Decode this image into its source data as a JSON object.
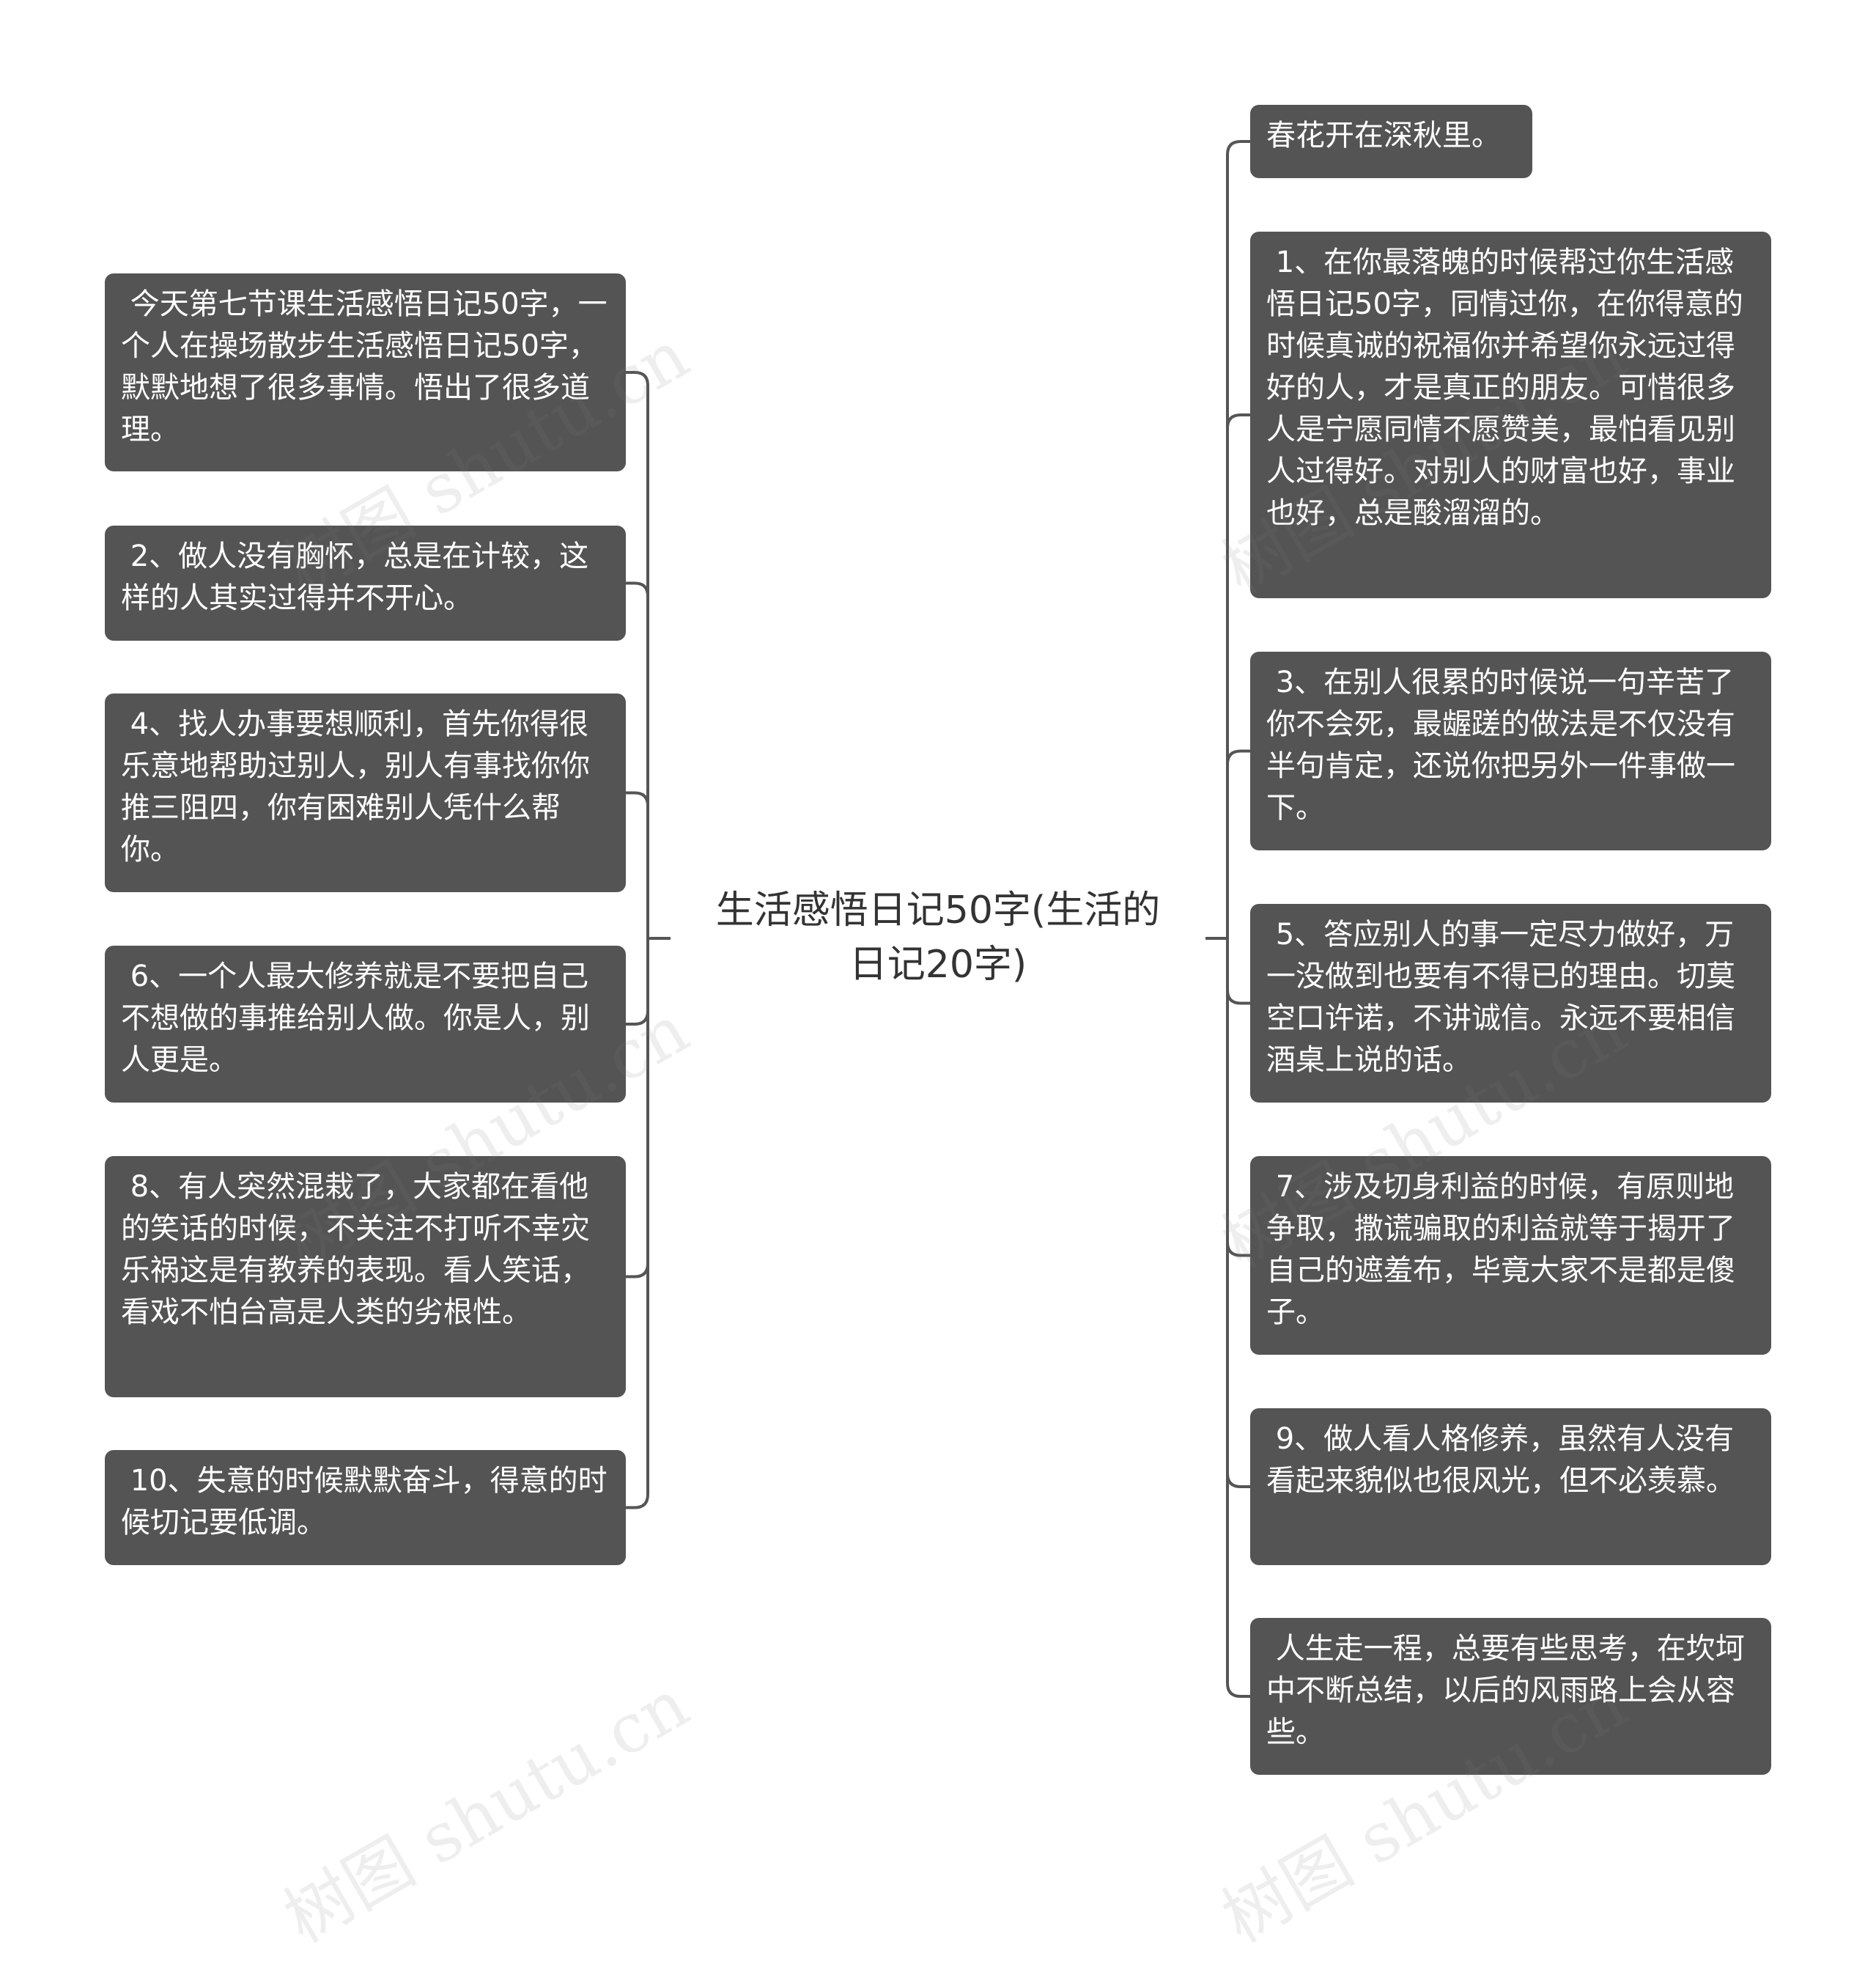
{
  "center": {
    "title": "生活感悟日记50字(生活的\n日记20字)"
  },
  "left_nodes": [
    " 今天第七节课生活感悟日记50字，一个人在操场散步生活感悟日记50字，默默地想了很多事情。悟出了很多道理。",
    " 2、做人没有胸怀，总是在计较，这样的人其实过得并不开心。",
    " 4、找人办事要想顺利，首先你得很乐意地帮助过别人，别人有事找你你推三阻四，你有困难别人凭什么帮你。",
    " 6、一个人最大修养就是不要把自己不想做的事推给别人做。你是人，别人更是。",
    " 8、有人突然混栽了，大家都在看他的笑话的时候，不关注不打听不幸灾乐祸这是有教养的表现。看人笑话，看戏不怕台高是人类的劣根性。",
    " 10、失意的时候默默奋斗，得意的时候切记要低调。"
  ],
  "right_nodes": [
    "春花开在深秋里。",
    " 1、在你最落魄的时候帮过你生活感悟日记50字，同情过你，在你得意的时候真诚的祝福你并希望你永远过得好的人，才是真正的朋友。可惜很多人是宁愿同情不愿赞美，最怕看见别人过得好。对别人的财富也好，事业也好，总是酸溜溜的。",
    " 3、在别人很累的时候说一句辛苦了你不会死，最龌蹉的做法是不仅没有半句肯定，还说你把另外一件事做一下。",
    " 5、答应别人的事一定尽力做好，万一没做到也要有不得已的理由。切莫空口许诺，不讲诚信。永远不要相信酒桌上说的话。",
    " 7、涉及切身利益的时候，有原则地争取，撒谎骗取的利益就等于揭开了自己的遮羞布，毕竟大家不是都是傻子。",
    " 9、做人看人格修养，虽然有人没有看起来貌似也很风光，但不必羡慕。",
    " 人生走一程，总要有些思考，在坎坷中不断总结，以后的风雨路上会从容些。"
  ],
  "watermark": "树图 shutu.cn",
  "colors": {
    "node_bg": "#545454",
    "node_text": "#ffffff",
    "line": "#555555",
    "center_text": "#333333"
  }
}
